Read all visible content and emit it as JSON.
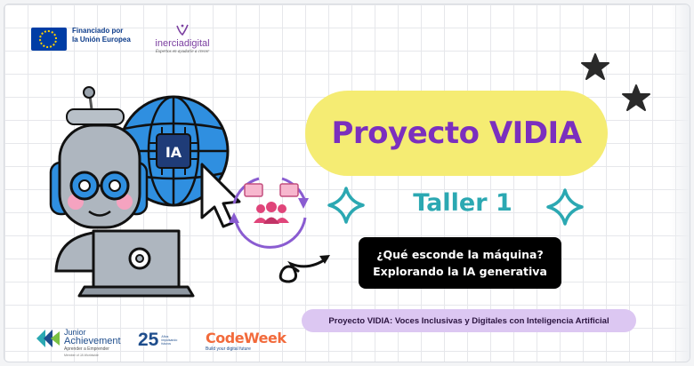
{
  "logos": {
    "eu_text_line1": "Financiado por",
    "eu_text_line2": "la Unión Europea",
    "inercia_name": "inerciadigital",
    "inercia_tagline": "Expertos en ayudarle a crecer",
    "ja_line1": "Junior",
    "ja_line2": "Achievement",
    "ja_line3": "Aprender a Emprender",
    "ja_line4": "Member of JA Worldwide",
    "ja_years": "25",
    "ja_years_caption": "Años impulsando futuros",
    "codeweek_name": "CodeWeek",
    "codeweek_tagline": "Build your digital future"
  },
  "slide": {
    "title": "Proyecto VIDIA",
    "workshop": "Taller 1",
    "question_line1": "¿Qué esconde la máquina?",
    "question_line2": "Explorando la IA generativa",
    "subtitle": "Proyecto VIDIA: Voces Inclusivas y Digitales con Inteligencia Artificial",
    "globe_label": "IA"
  },
  "icons": [
    "eu-flag-icon",
    "robot-icon",
    "globe-icon",
    "cursor-icon",
    "laptop-icon",
    "team-cycle-icon",
    "star-icon",
    "sparkle-icon",
    "curly-arrow-icon"
  ],
  "colors": {
    "title_text": "#7b2fbe",
    "title_pill": "#f5ec73",
    "workshop_text": "#2ba8b2",
    "subtitle_pill": "#dcc7f2",
    "globe": "#2f8fe0",
    "codeweek": "#f26a3b"
  }
}
